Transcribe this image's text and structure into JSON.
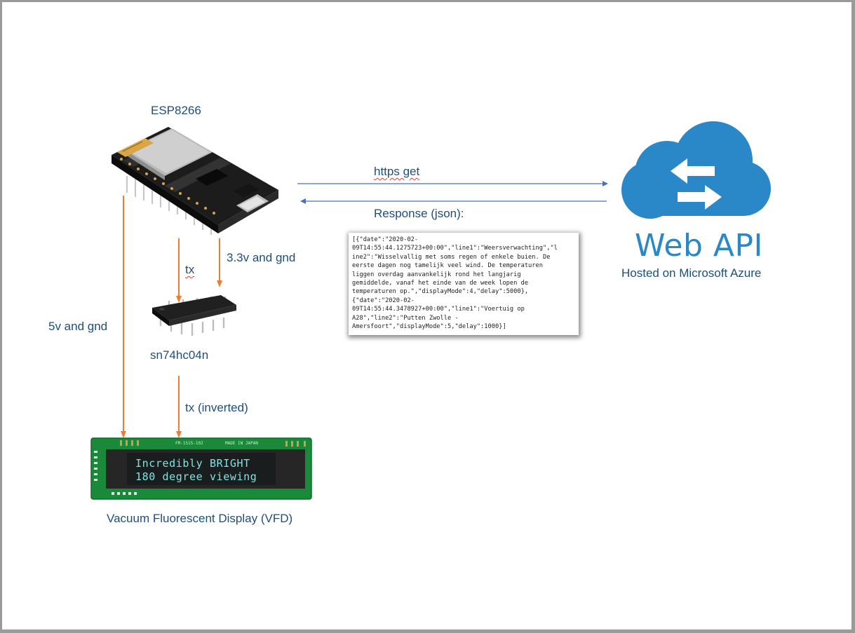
{
  "labels": {
    "esp_title": "ESP8266",
    "https_get": "https get",
    "response": "Response (json):",
    "tx": "tx",
    "v33": "3.3v and gnd",
    "v5": "5v and gnd",
    "chip": "sn74hc04n",
    "tx_inverted": "tx (inverted)",
    "vfd_caption": "Vacuum Fluorescent Display (VFD)",
    "webapi": "Web API",
    "hosted": "Hosted on Microsoft Azure"
  },
  "json_lines": [
    "[{\"date\":\"2020-02-",
    "09T14:55:44.1275723+00:00\",\"line1\":\"Weersverwachting\",\"l",
    "ine2\":\"Wisselvallig met soms regen of enkele buien. De",
    "eerste dagen nog tamelijk veel wind. De temperaturen",
    "liggen overdag aanvankelijk rond het langjarig",
    "gemiddelde, vanaf het einde van de week lopen de",
    "temperaturen op.\",\"displayMode\":4,\"delay\":5000},",
    "{\"date\":\"2020-02-",
    "09T14:55:44.3478927+00:00\",\"line1\":\"Voertuig op",
    "A28\",\"line2\":\"Putten Zwolle -",
    "Amersfoort\",\"displayMode\":5,\"delay\":1000}]"
  ],
  "vfd": {
    "line1": "Incredibly BRIGHT",
    "line2": "180 degree viewing",
    "silk_model": "FM-1515-102",
    "silk_made": "MADE IN JAPAN"
  },
  "colors": {
    "wire_orange": "#ed7d31",
    "arrow_blue": "#4472c4",
    "label_navy": "#1f4e79",
    "cloud_blue": "#2b88c8",
    "pcb_green": "#1a8a3a"
  }
}
